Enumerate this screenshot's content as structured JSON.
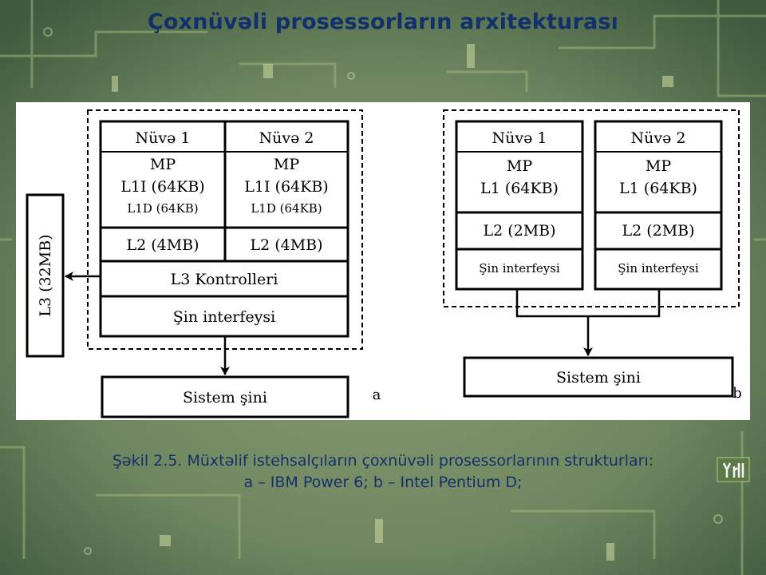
{
  "slide": {
    "title": "Çoxnüvəli prosessorların arxitekturası",
    "caption_line1": "Şəkil 2.5. Müxtəlif istehsalçıların çoxnüvəli prosessorlarının strukturları:",
    "caption_line2": "a – IBM Power 6; b – Intel Pentium D;",
    "colors": {
      "title": "#13306a",
      "background": "#5f7a52",
      "figure_bg": "#ffffff"
    }
  },
  "diagram_a": {
    "label": "a",
    "l3_block": "L3 (32MB)",
    "core1": {
      "title": "Nüvə 1",
      "mp": "MP",
      "l1i": "L1I (64KB)",
      "l1d": "L1D (64KB)",
      "l2": "L2 (4MB)"
    },
    "core2": {
      "title": "Nüvə 2",
      "mp": "MP",
      "l1i": "L1I (64KB)",
      "l1d": "L1D (64KB)",
      "l2": "L2 (4MB)"
    },
    "l3_controller": "L3 Kontrolleri",
    "bus_interface": "Şin interfeysi",
    "system_bus": "Sistem şini"
  },
  "diagram_b": {
    "label": "b",
    "core1": {
      "title": "Nüvə 1",
      "mp": "MP",
      "l1": "L1 (64KB)",
      "l2": "L2 (2MB)",
      "bus_interface": "Şin interfeysi"
    },
    "core2": {
      "title": "Nüvə 2",
      "mp": "MP",
      "l1": "L1 (64KB)",
      "l2": "L2 (2MB)",
      "bus_interface": "Şin interfeysi"
    },
    "system_bus": "Sistem şini"
  }
}
